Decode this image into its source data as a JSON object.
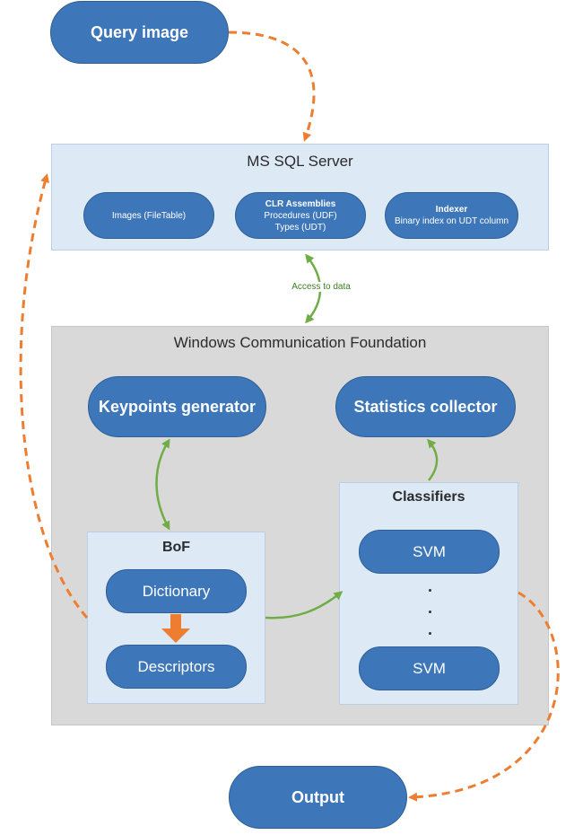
{
  "nodes": {
    "query": "Query image",
    "output": "Output",
    "keypoints": "Keypoints generator",
    "stats": "Statistics collector",
    "dictionary": "Dictionary",
    "descriptors": "Descriptors",
    "svm_top": "SVM",
    "svm_bottom": "SVM"
  },
  "sql": {
    "title": "MS SQL Server",
    "images": "Images (FileTable)",
    "clr_title": "CLR Assemblies",
    "clr_line1": "Procedures (UDF)",
    "clr_line2": "Types (UDT)",
    "indexer_title": "Indexer",
    "indexer_line": "Binary index on UDT column"
  },
  "wcf": {
    "title": "Windows Communication Foundation"
  },
  "bof": {
    "title": "BoF"
  },
  "classifiers": {
    "title": "Classifiers",
    "ellipsis": "..."
  },
  "edges": {
    "access_label": "Access to data"
  },
  "colors": {
    "node_fill": "#3d77b9",
    "panel_fill": "#dde9f5",
    "wcf_fill": "#d9d9d9",
    "orange": "#ed7d31",
    "green": "#70ad47"
  },
  "icons": {
    "down_arrow": "down-arrow-icon"
  }
}
